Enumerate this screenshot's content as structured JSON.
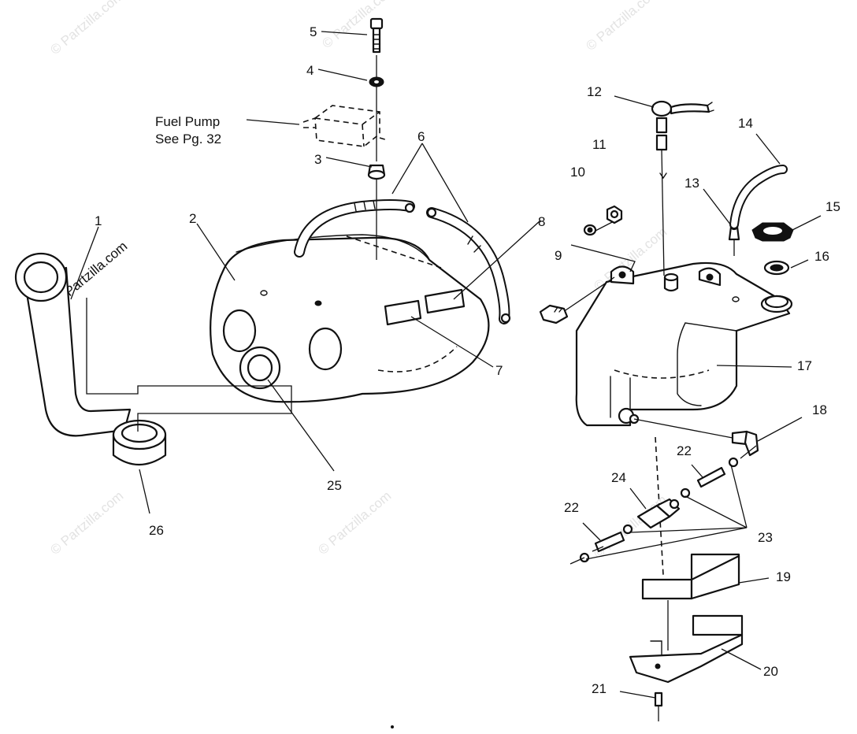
{
  "watermark": "© Partzilla.com",
  "note": {
    "line1": "Fuel Pump",
    "line2": "See Pg. 32"
  },
  "callouts": {
    "c1": "1",
    "c2": "2",
    "c3": "3",
    "c4": "4",
    "c5": "5",
    "c6": "6",
    "c7": "7",
    "c8": "8",
    "c9": "9",
    "c10": "10",
    "c11": "11",
    "c12": "12",
    "c13": "13",
    "c14": "14",
    "c15": "15",
    "c16": "16",
    "c17": "17",
    "c18": "18",
    "c19": "19",
    "c20": "20",
    "c21": "21",
    "c22a": "22",
    "c22b": "22",
    "c23": "23",
    "c24": "24",
    "c25": "25",
    "c26": "26"
  }
}
